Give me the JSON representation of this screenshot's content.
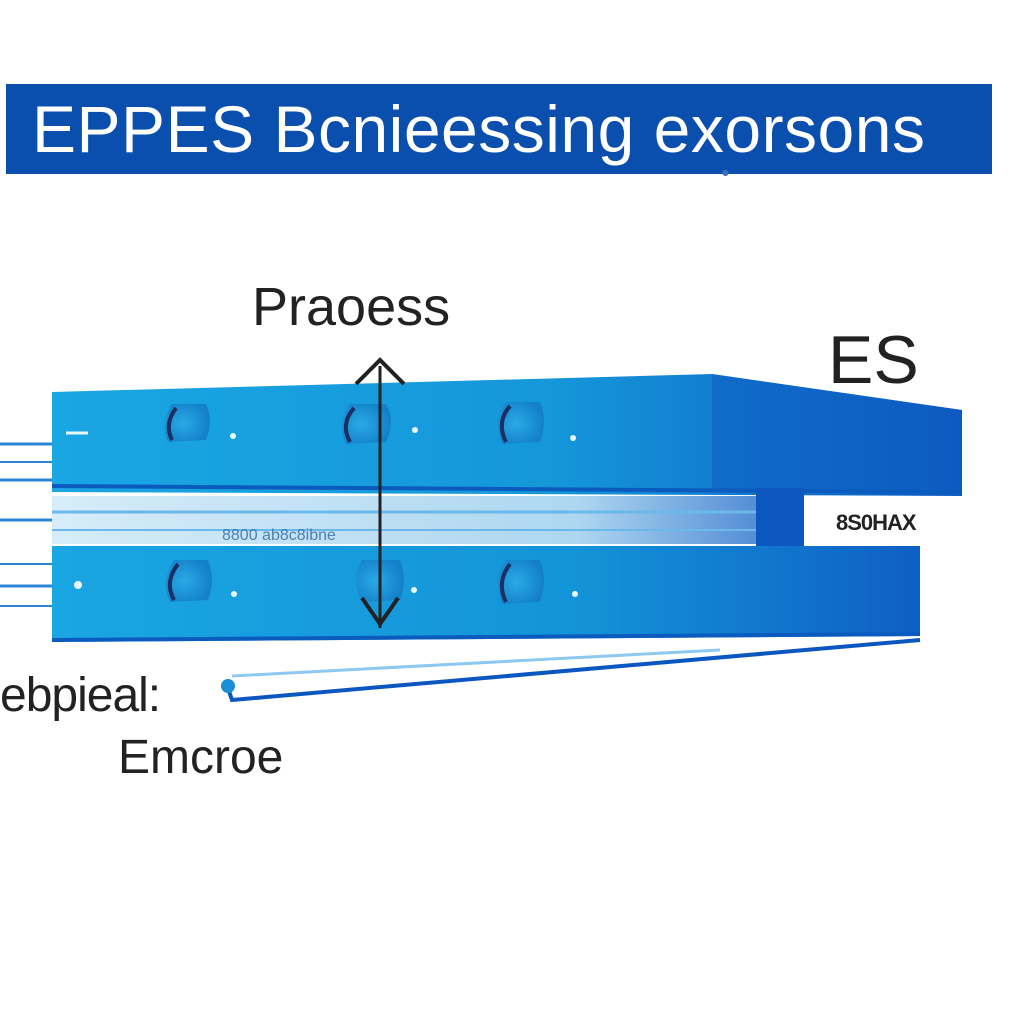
{
  "title": "EPPES Bcnieessing exorsons",
  "labels": {
    "process": "Praoess",
    "es": "ES",
    "side": "8S0HAX",
    "mid": "8800  ab8c8ibne",
    "input": "ebpieal:",
    "output": "Emcroe"
  },
  "colors": {
    "banner": "#0a4fae",
    "panel_light": "#1aa3e0",
    "panel_dark": "#0d58c0",
    "line": "#2b86d6",
    "arrow": "#222222"
  },
  "icons": {
    "arrow": "double-arrow-icon",
    "port": "port-icon"
  }
}
